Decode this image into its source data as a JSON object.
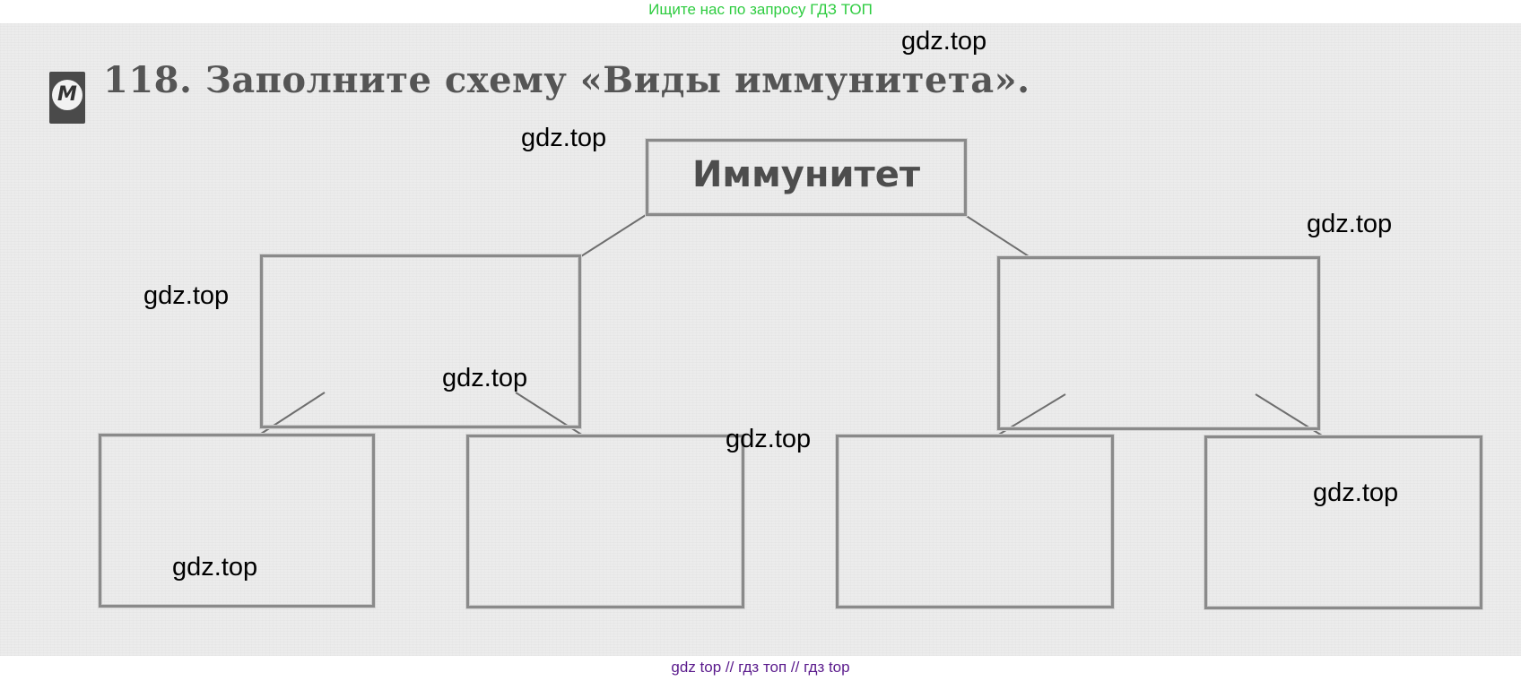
{
  "banner": {
    "text": "Ищите нас по запросу ГДЗ ТОП"
  },
  "task": {
    "badge_letter": "М",
    "title": "118. Заполните схему «Виды иммунитета»."
  },
  "scheme": {
    "root_label": "Иммунитет",
    "level1_boxes": [
      "",
      ""
    ],
    "level2_boxes": [
      "",
      "",
      "",
      ""
    ]
  },
  "watermarks": [
    "gdz.top",
    "gdz.top",
    "gdz.top",
    "gdz.top",
    "gdz.top",
    "gdz.top",
    "gdz.top",
    "gdz.top"
  ],
  "footer": {
    "text": "gdz top  //  гдз топ  //  гдз top"
  },
  "colors": {
    "banner_text": "#2ecc40",
    "footer_text": "#5a1a8c",
    "scan_background": "#ececec",
    "box_border": "#8a8a8a"
  }
}
